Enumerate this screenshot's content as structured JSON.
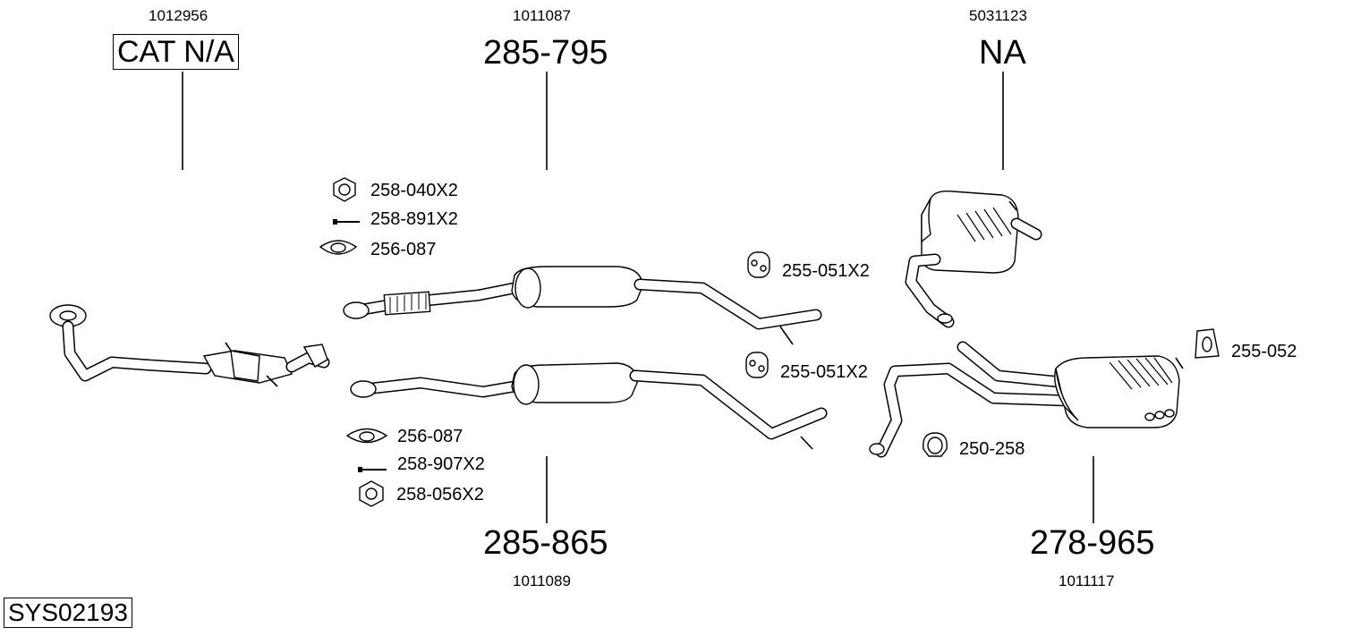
{
  "parts": {
    "front_pipe": {
      "ref_number": "1012956",
      "part_code": "CAT N/A"
    },
    "centre_silencer_upper": {
      "ref_number": "1011087",
      "part_code": "285-795"
    },
    "rear_section_upper": {
      "ref_number": "5031123",
      "part_code": "NA"
    },
    "centre_silencer_lower": {
      "ref_number": "1011089",
      "part_code": "285-865"
    },
    "rear_silencer_lower": {
      "ref_number": "1011117",
      "part_code": "278-965"
    }
  },
  "fittings": {
    "nut_upper": "258-040X2",
    "bolt_upper": "258-891X2",
    "gasket_upper": "256-087",
    "mount_a": "255-051X2",
    "mount_b": "255-051X2",
    "gasket_lower": "256-087",
    "bolt_lower": "258-907X2",
    "nut_lower": "258-056X2",
    "rubber_mount": "255-052",
    "clamp": "250-258"
  },
  "system_id": "SYS02193",
  "colors": {
    "line": "#000000",
    "fill": "#ffffff",
    "muffler_shade": "#e6e6e6"
  }
}
